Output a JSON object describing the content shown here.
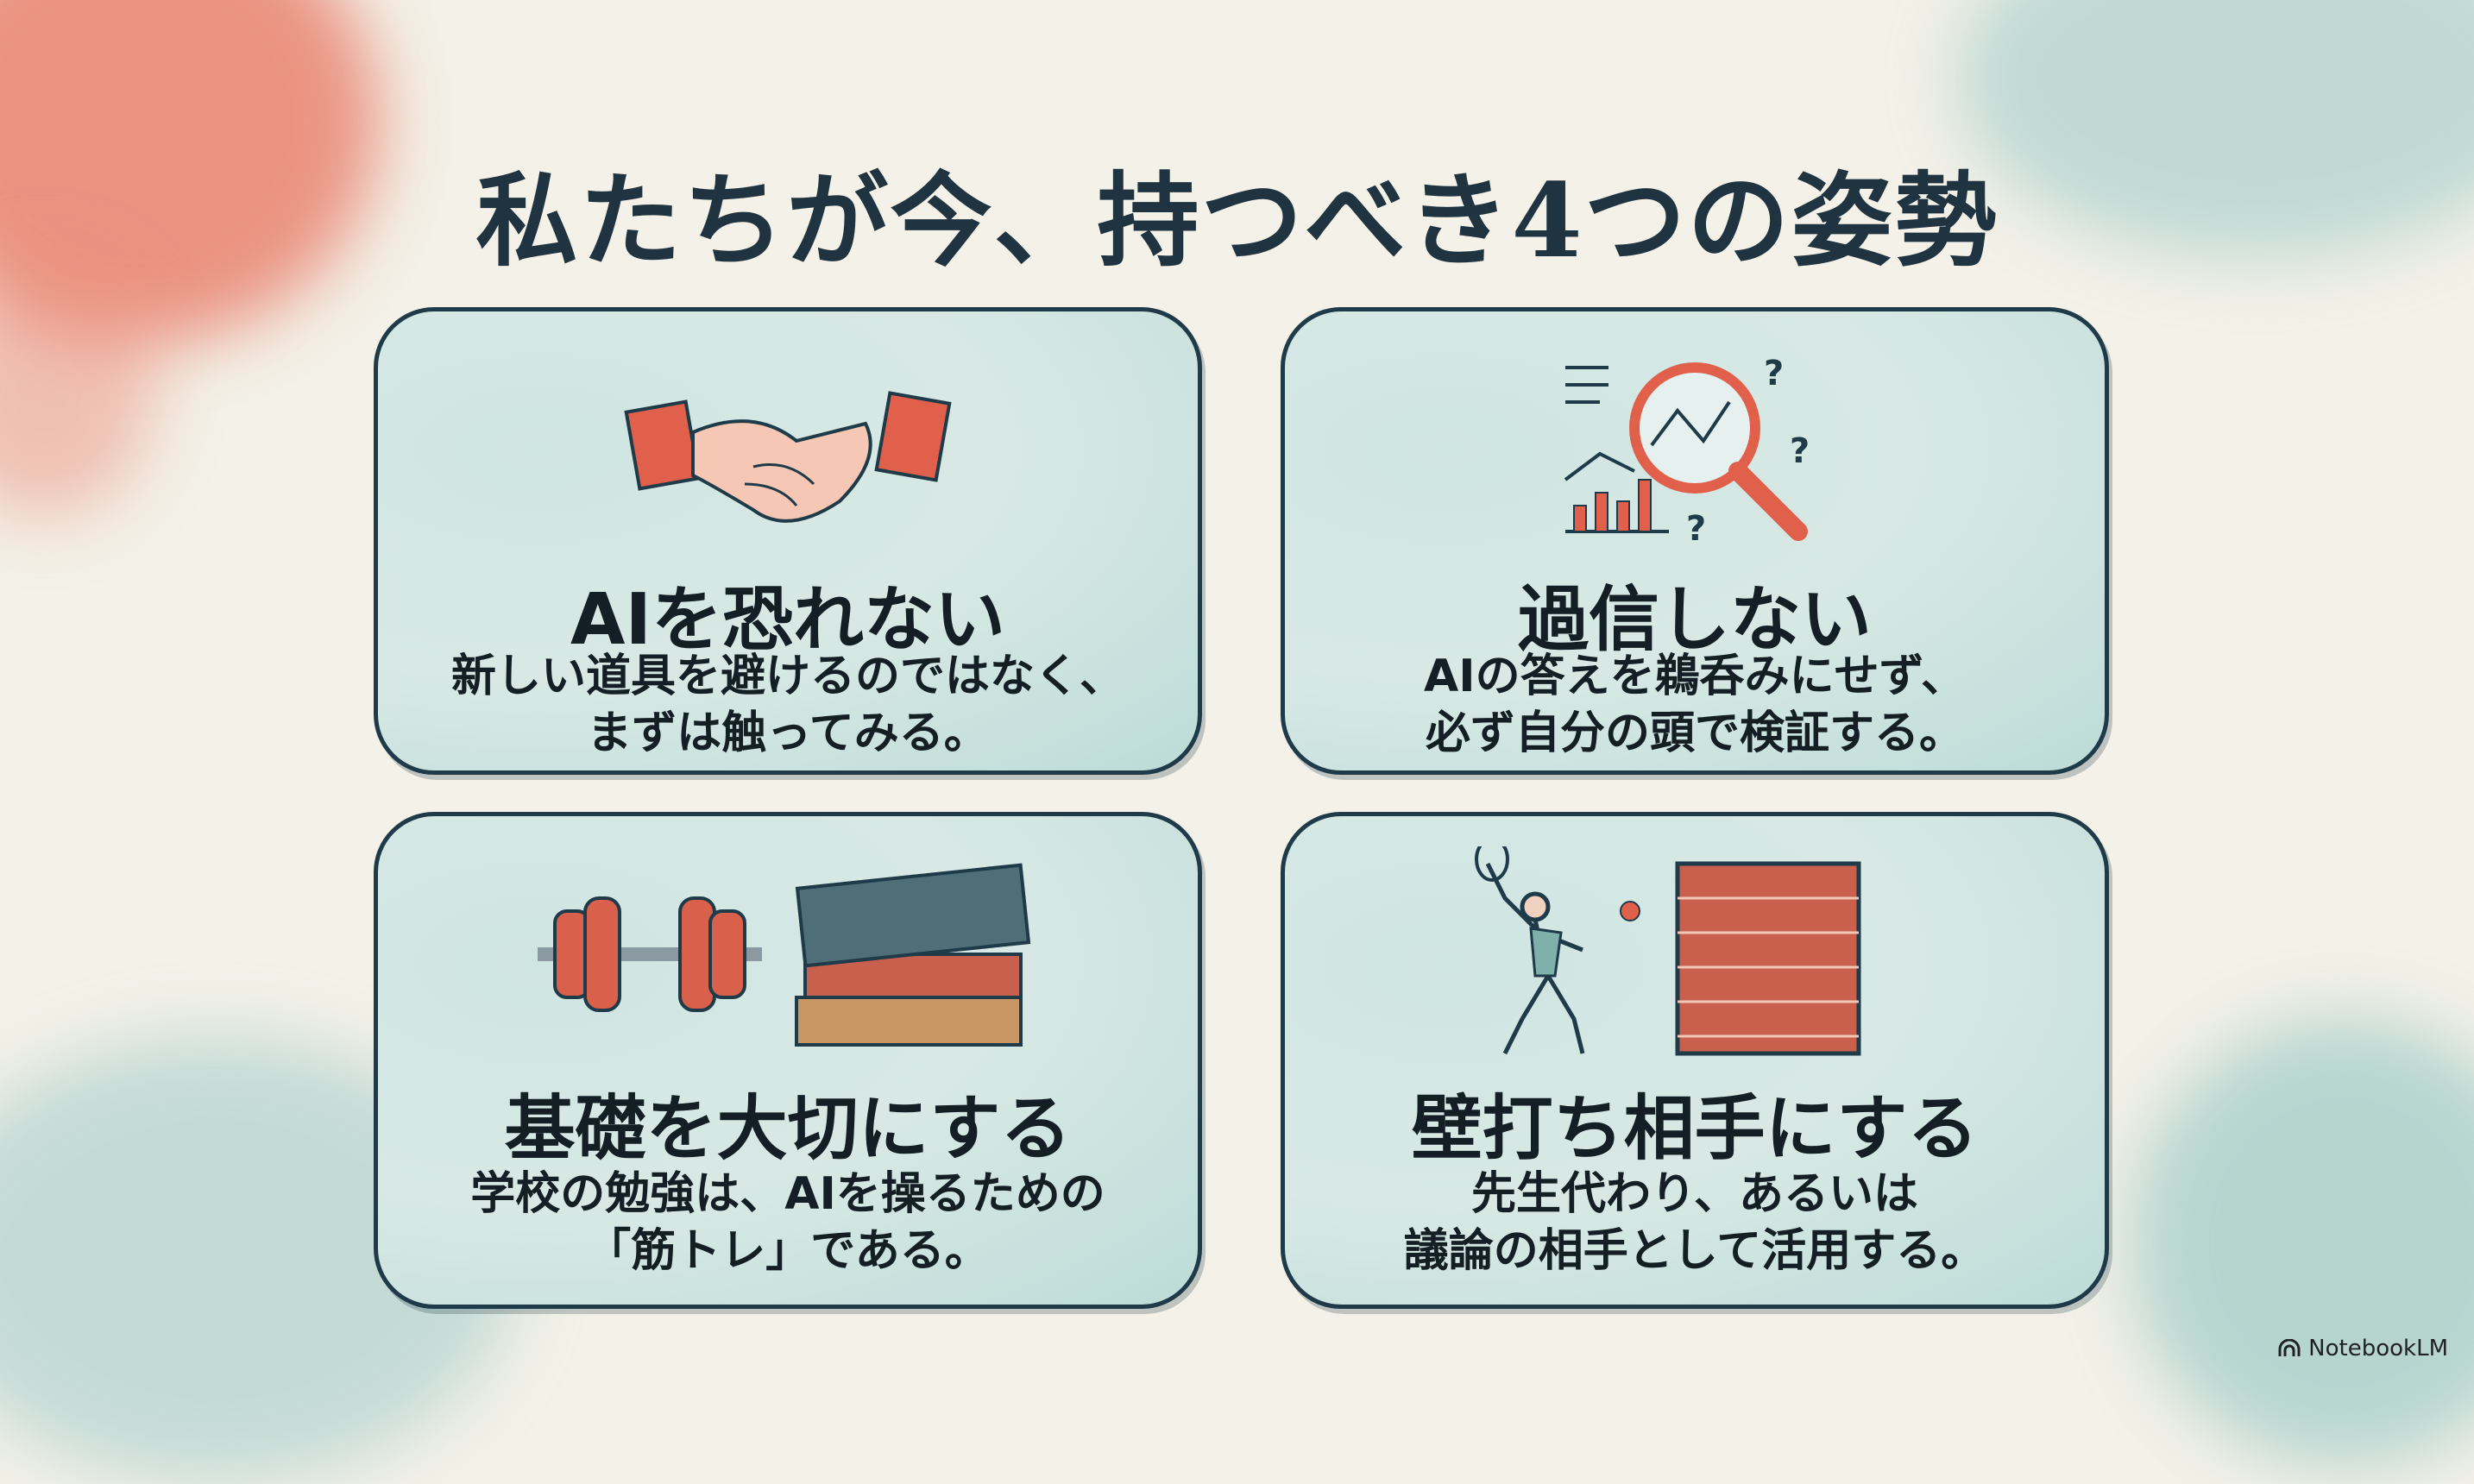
{
  "slide": {
    "title": "私たちが今、持つべき4つの姿勢",
    "cards": [
      {
        "title": "AIを恐れない",
        "lines": [
          "新しい道具を避けるのではなく、",
          "まずは触ってみる。"
        ],
        "icon": "handshake-icon"
      },
      {
        "title": "過信しない",
        "lines": [
          "AIの答えを鵜呑みにせず、",
          "必ず自分の頭で検証する。"
        ],
        "icon": "magnifier-chart-icon"
      },
      {
        "title": "基礎を大切にする",
        "lines": [
          "学校の勉強は、AIを操るための",
          "「筋トレ」である。"
        ],
        "icon": "dumbbell-books-icon"
      },
      {
        "title": "壁打ち相手にする",
        "lines": [
          "先生代わり、あるいは",
          "議論の相手として活用する。"
        ],
        "icon": "tennis-wall-icon"
      }
    ]
  },
  "branding": {
    "label": "NotebookLM"
  },
  "colors": {
    "accent_red": "#e0604c",
    "teal": "#8fc3c0",
    "ink": "#1f3a48"
  }
}
